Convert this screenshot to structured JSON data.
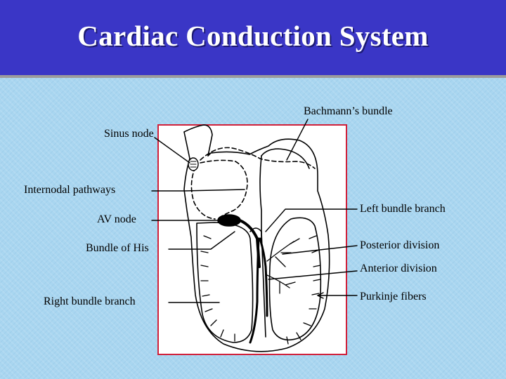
{
  "title": "Cardiac Conduction System",
  "labels": {
    "bachmann": "Bachmann’s bundle",
    "sinus_node": "Sinus node",
    "internodal": "Internodal pathways",
    "av_node": "AV node",
    "bundle_of_his": "Bundle of His",
    "right_bundle_branch": "Right bundle branch",
    "left_bundle_branch": "Left bundle branch",
    "posterior_division": "Posterior division",
    "anterior_division": "Anterior division",
    "purkinje_fibers": "Purkinje fibers"
  },
  "colors": {
    "title_bar": "#3a36c6",
    "background": "#a9d6f0",
    "panel_border": "#d0203a"
  }
}
